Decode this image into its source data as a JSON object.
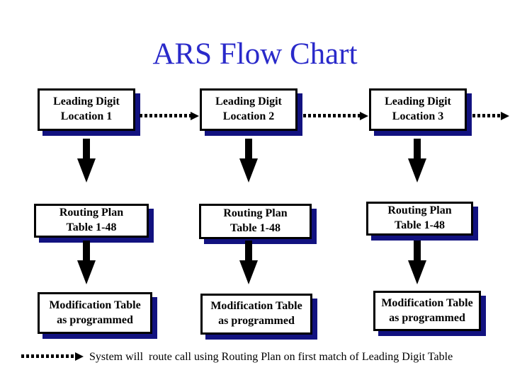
{
  "slide": {
    "title": "ARS Flow Chart",
    "footnote": "System will  route call using Routing Plan on first match of Leading Digit Table"
  },
  "colors": {
    "title_blue": "#2a2aca",
    "box_shadow_navy": "#121280",
    "box_border": "#000000",
    "box_background": "#ffffff",
    "arrow_black": "#000000"
  },
  "icons": {
    "down_arrow": "solid-black-down-arrow",
    "dotted_arrow": "dotted-black-right-arrow"
  },
  "columns": [
    {
      "name": "column-1",
      "boxes": [
        {
          "line1": "Leading Digit",
          "line2": "Location 1"
        },
        {
          "line1": "Routing Plan",
          "line2": "Table 1-48"
        },
        {
          "line1": "Modification Table",
          "line2": "as programmed"
        }
      ]
    },
    {
      "name": "column-2",
      "boxes": [
        {
          "line1": "Leading Digit",
          "line2": "Location 2"
        },
        {
          "line1": "Routing Plan",
          "line2": "Table 1-48"
        },
        {
          "line1": "Modification Table",
          "line2": "as programmed"
        }
      ]
    },
    {
      "name": "column-3",
      "boxes": [
        {
          "line1": "Leading Digit",
          "line2": "Location 3"
        },
        {
          "line1": "Routing Plan",
          "line2": "Table 1-48"
        },
        {
          "line1": "Modification Table",
          "line2": "as programmed"
        }
      ]
    }
  ]
}
